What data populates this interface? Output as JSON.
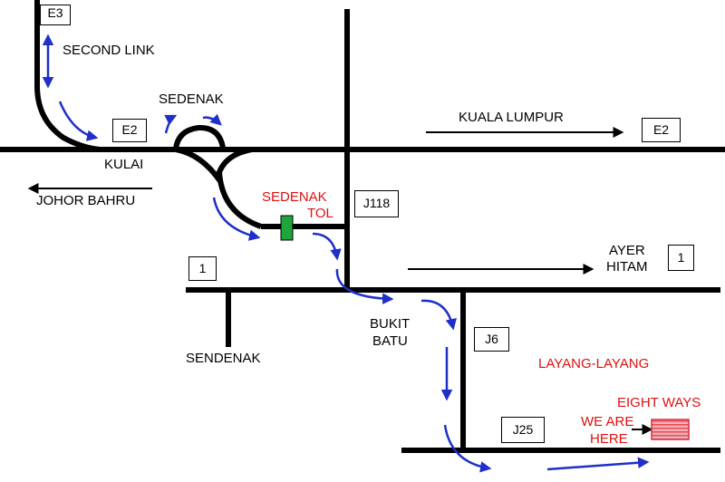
{
  "colors": {
    "road": "#000000",
    "route": "#1f2fc8",
    "label_red": "#e01010",
    "toll": "#1fa53a",
    "destination": "#f0707a"
  },
  "road_shields": {
    "e3": "E3",
    "e2_left": "E2",
    "e2_right": "E2",
    "j118": "J118",
    "route1_left": "1",
    "route1_right": "1",
    "j6": "J6",
    "j25": "J25"
  },
  "places": {
    "second_link": "SECOND LINK",
    "sedenak": "SEDENAK",
    "kuala_lumpur": "KUALA LUMPUR",
    "kulai": "KULAI",
    "johor_bahru": "JOHOR BAHRU",
    "sedenak_tol_line1": "SEDENAK",
    "sedenak_tol_line2": "TOL",
    "ayer_line1": "AYER",
    "ayer_line2": "HITAM",
    "bukit_line1": "BUKIT",
    "bukit_line2": "BATU",
    "sendenak": "SENDENAK",
    "layang": "LAYANG-LAYANG",
    "eight_ways": "EIGHT WAYS",
    "we_are_line1": "WE ARE",
    "we_are_line2": "HERE"
  },
  "icons": {
    "toll_plaza": "toll-plaza-icon",
    "destination": "destination-building-icon"
  }
}
